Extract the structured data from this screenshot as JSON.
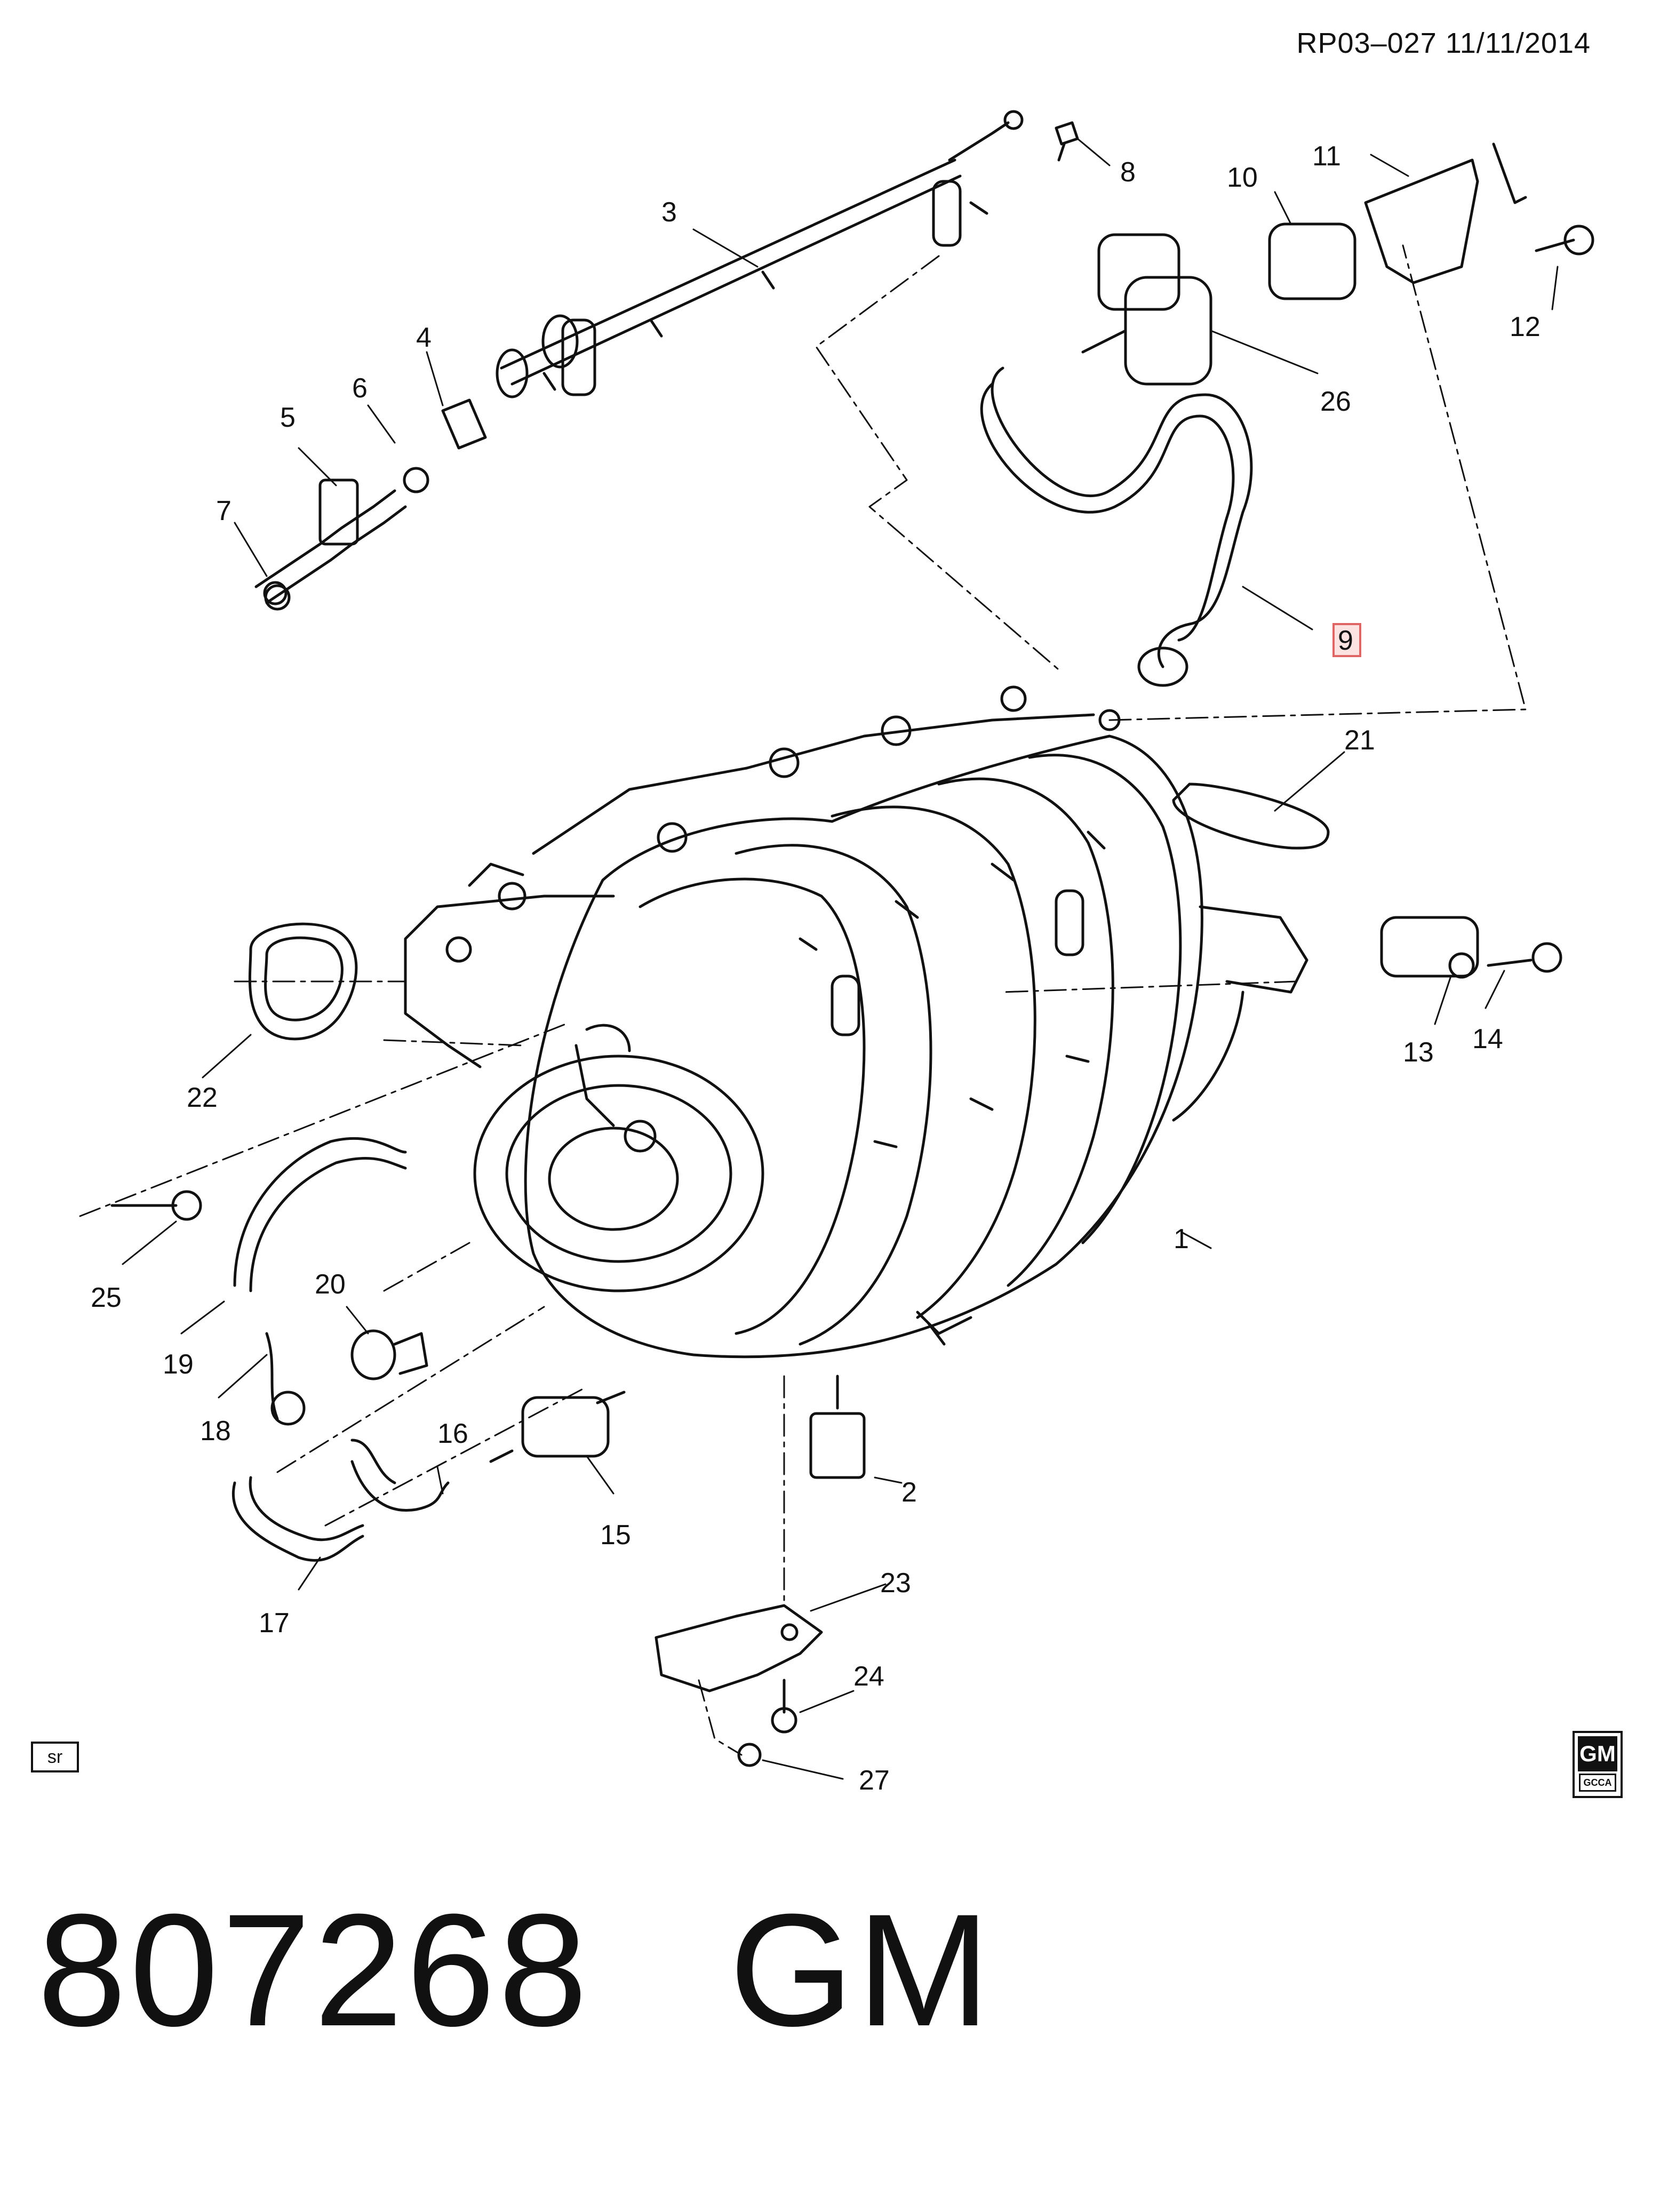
{
  "header": {
    "ref": "RP03–027  11/11/2014"
  },
  "callouts": [
    "1",
    "2",
    "3",
    "4",
    "5",
    "6",
    "7",
    "8",
    "9",
    "10",
    "11",
    "12",
    "13",
    "14",
    "15",
    "16",
    "17",
    "18",
    "19",
    "20",
    "21",
    "22",
    "23",
    "24",
    "25",
    "26",
    "27"
  ],
  "highlight_color": "#e06666",
  "sr_label": "sr",
  "logo": {
    "text": "GM",
    "sub": "GCCA"
  },
  "footer": {
    "part_number": "807268",
    "brand": "GM"
  }
}
